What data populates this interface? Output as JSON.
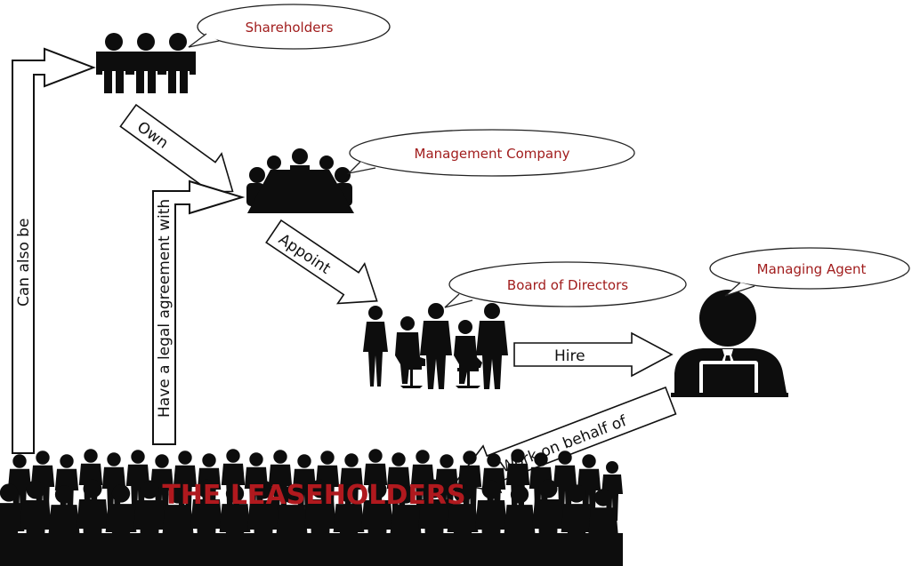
{
  "labels": {
    "shareholders": "Shareholders",
    "management_company": "Management Company",
    "board_of_directors": "Board of Directors",
    "managing_agent": "Managing Agent",
    "leaseholders": "THE LEASEHOLDERS"
  },
  "relations": {
    "own": "Own",
    "appoint": "Appoint",
    "hire": "Hire",
    "work_on_behalf_of": "Work on behalf of",
    "legal_agreement": "Have a legal agreement with",
    "can_also_be": "Can also be"
  },
  "colors": {
    "label_red": "#a11d1d",
    "silhouette": "#0d0d0d",
    "outline": "#222222"
  },
  "icons": {
    "shareholders": "three-people-icon",
    "management_company": "meeting-table-icon",
    "board_of_directors": "business-group-icon",
    "managing_agent": "person-at-laptop-icon",
    "leaseholders": "crowd-silhouette-icon"
  }
}
